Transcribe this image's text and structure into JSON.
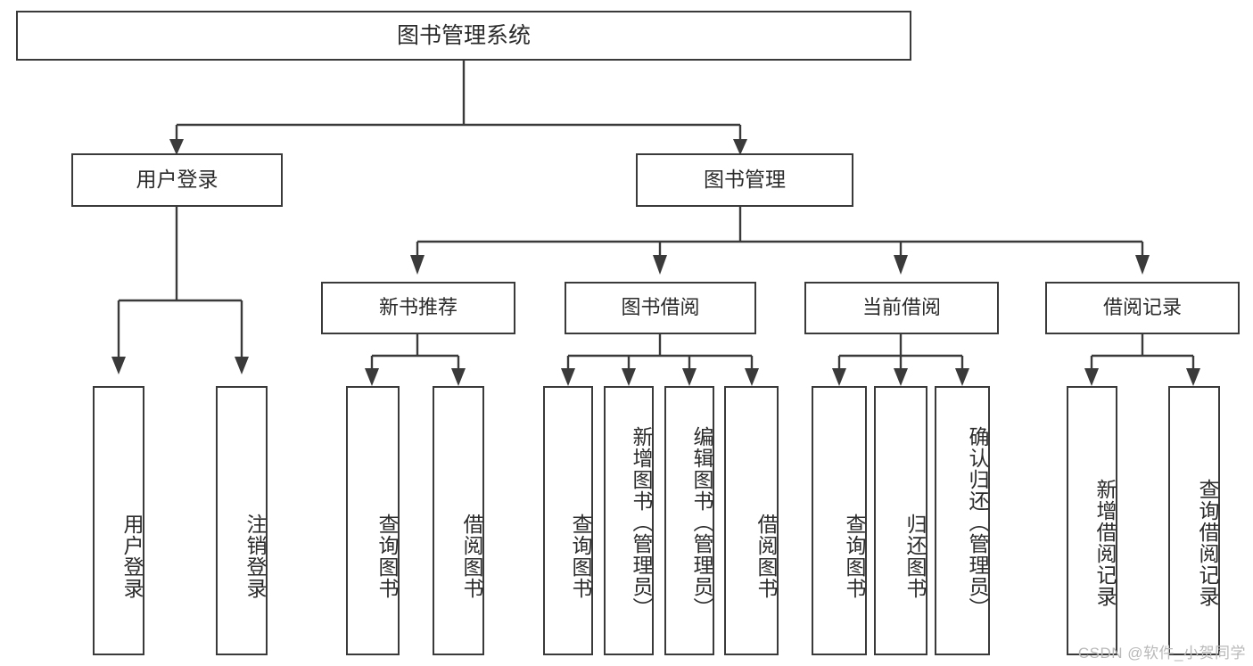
{
  "diagram": {
    "title": "图书管理系统",
    "type": "hierarchy-tree",
    "colors": {
      "box_border": "#3a3a3a",
      "box_fill": "#ffffff",
      "text": "#2b2b2b",
      "connector": "#3a3a3a",
      "watermark": "#b9b9b9",
      "background": "#ffffff"
    },
    "watermark": "CSDN @软件_小贺同学",
    "root": {
      "label": "图书管理系统"
    },
    "level1": [
      {
        "label": "用户登录"
      },
      {
        "label": "图书管理"
      }
    ],
    "level2": [
      {
        "label": "新书推荐"
      },
      {
        "label": "图书借阅"
      },
      {
        "label": "当前借阅"
      },
      {
        "label": "借阅记录"
      }
    ],
    "leaves": {
      "user_login": [
        {
          "label": "用户登录"
        },
        {
          "label": "注销登录"
        }
      ],
      "new_book": [
        {
          "label": "查询图书"
        },
        {
          "label": "借阅图书"
        }
      ],
      "book_borrow": [
        {
          "label": "查询图书"
        },
        {
          "label": "新增图书（管理员）"
        },
        {
          "label": "编辑图书（管理员）"
        },
        {
          "label": "借阅图书"
        }
      ],
      "current_borrow": [
        {
          "label": "查询图书"
        },
        {
          "label": "归还图书"
        },
        {
          "label": "确认归还（管理员）"
        }
      ],
      "borrow_record": [
        {
          "label": "新增借阅记录"
        },
        {
          "label": "查询借阅记录"
        }
      ]
    }
  }
}
